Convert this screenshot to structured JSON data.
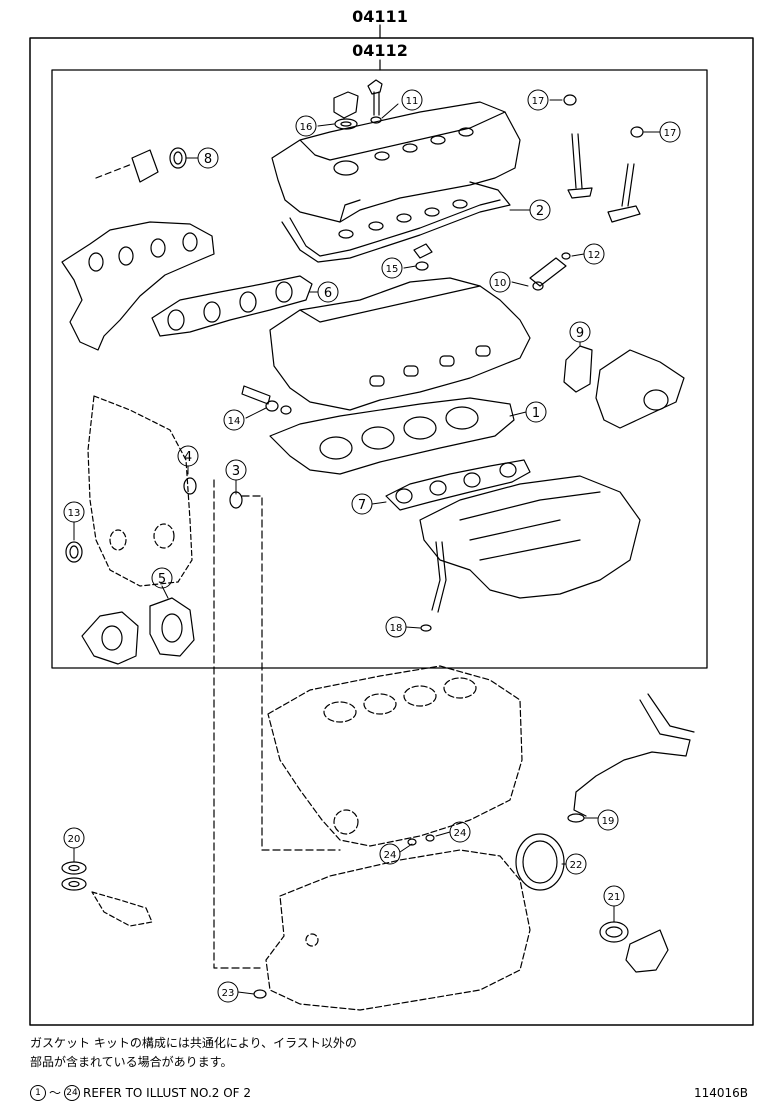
{
  "header": {
    "kit_outer_code": "04111",
    "kit_inner_code": "04112"
  },
  "callouts": [
    {
      "num": "1"
    },
    {
      "num": "2"
    },
    {
      "num": "3"
    },
    {
      "num": "4"
    },
    {
      "num": "5"
    },
    {
      "num": "6"
    },
    {
      "num": "7"
    },
    {
      "num": "8"
    },
    {
      "num": "9"
    },
    {
      "num": "10"
    },
    {
      "num": "11"
    },
    {
      "num": "12"
    },
    {
      "num": "13"
    },
    {
      "num": "14"
    },
    {
      "num": "15"
    },
    {
      "num": "16"
    },
    {
      "num": "17"
    },
    {
      "num": "17"
    },
    {
      "num": "18"
    },
    {
      "num": "19"
    },
    {
      "num": "20"
    },
    {
      "num": "21"
    },
    {
      "num": "22"
    },
    {
      "num": "23"
    },
    {
      "num": "24"
    },
    {
      "num": "24"
    }
  ],
  "footer": {
    "note_line1": "ガスケット キットの構成には共通化により、イラスト以外の",
    "note_line2": "部品が含まれている場合があります。",
    "ref_from": "1",
    "ref_tilde": "～",
    "ref_to": "24",
    "ref_text": "REFER TO ILLUST NO.2 OF 2",
    "figure_code": "114016B"
  }
}
